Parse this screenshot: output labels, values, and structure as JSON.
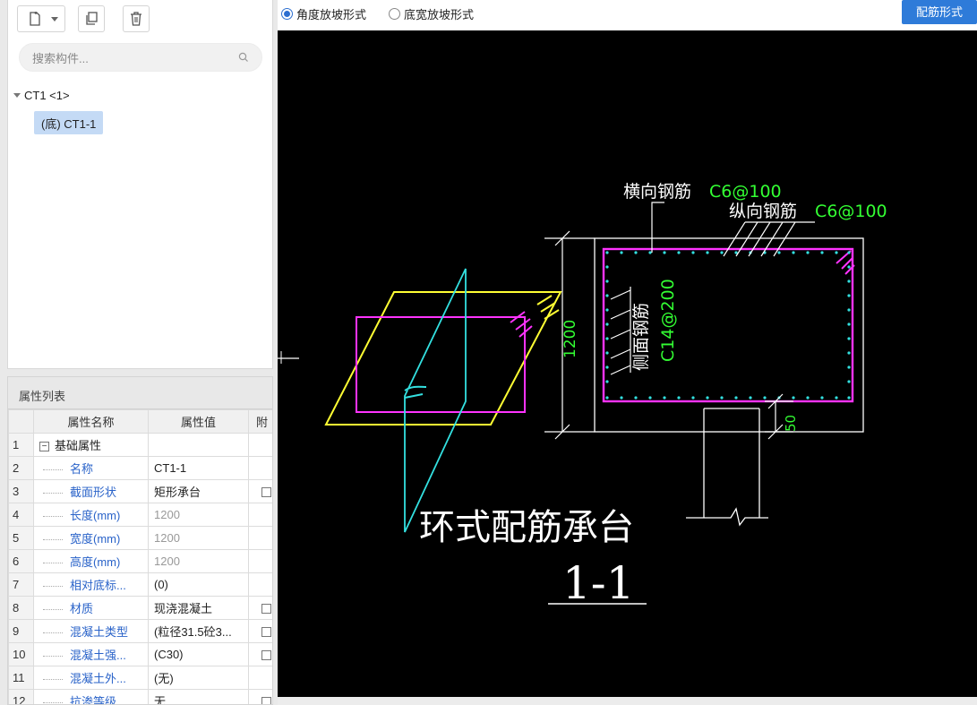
{
  "toolbar": {
    "new_icon": "new-file-icon",
    "copy_icon": "copy-icon",
    "delete_icon": "trash-icon"
  },
  "search": {
    "placeholder": "搜索构件..."
  },
  "tree": {
    "root_label": "CT1 <1>",
    "child_label": "(底) CT1-1"
  },
  "properties": {
    "title": "属性列表",
    "headers": [
      "属性名称",
      "属性值",
      "附"
    ],
    "rows": [
      {
        "num": "1",
        "name": "基础属性",
        "value": ""
      },
      {
        "num": "2",
        "name": "名称",
        "value": "CT1-1"
      },
      {
        "num": "3",
        "name": "截面形状",
        "value": "矩形承台"
      },
      {
        "num": "4",
        "name": "长度(mm)",
        "value": "1200"
      },
      {
        "num": "5",
        "name": "宽度(mm)",
        "value": "1200"
      },
      {
        "num": "6",
        "name": "高度(mm)",
        "value": "1200"
      },
      {
        "num": "7",
        "name": "相对底标...",
        "value": "(0)"
      },
      {
        "num": "8",
        "name": "材质",
        "value": "现浇混凝土"
      },
      {
        "num": "9",
        "name": "混凝土类型",
        "value": "(粒径31.5砼3..."
      },
      {
        "num": "10",
        "name": "混凝土强...",
        "value": "(C30)"
      },
      {
        "num": "11",
        "name": "混凝土外...",
        "value": "(无)"
      },
      {
        "num": "12",
        "name": "抗渗等级",
        "value": "无"
      }
    ]
  },
  "options": {
    "angle_slope": "角度放坡形式",
    "width_slope": "底宽放坡形式",
    "rebar_form_button": "配筋形式"
  },
  "drawing": {
    "transverse_label": "横向钢筋",
    "transverse_value": "C6@100",
    "longitudinal_label": "纵向钢筋",
    "longitudinal_value": "C6@100",
    "side_label": "侧面钢筋",
    "side_value": "C14@200",
    "height_dim": "1200",
    "cover_dim": "50",
    "title": "环式配筋承台",
    "section": "1-1"
  },
  "colors": {
    "accent": "#2e7bd9",
    "magenta": "#ff33ff",
    "yellow": "#ffff33",
    "cyan": "#33e0e0",
    "green": "#33ff33",
    "white": "#ffffff"
  }
}
